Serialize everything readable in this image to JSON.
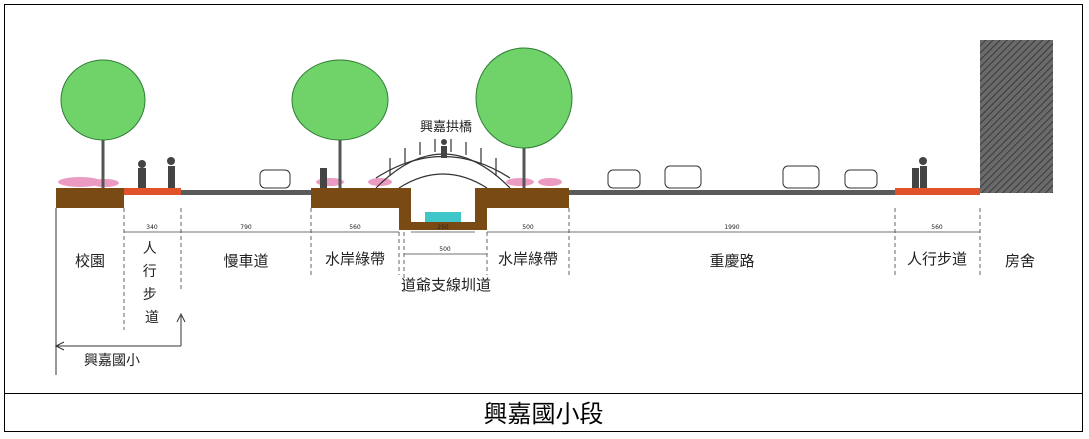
{
  "caption": "興嘉國小段",
  "labels": {
    "campus": "校園",
    "sidewalk_left": "人行步道",
    "slow_lane": "慢車道",
    "green_left": "水岸綠帶",
    "green_right": "水岸綠帶",
    "ditch": "道爺支線圳道",
    "road": "重慶路",
    "sidewalk_right": "人行步道",
    "building": "房舍",
    "bridge": "興嘉拱橋",
    "school": "興嘉國小"
  },
  "dimensions": {
    "sidewalk_left": "340",
    "slow_lane": "790",
    "green_left": "560",
    "channel": "250",
    "ditch": "500",
    "green_right": "500",
    "road": "1990",
    "sidewalk_right": "560"
  },
  "colors": {
    "soil": "#7a4a14",
    "sidewalk": "#e0522a",
    "road": "#5a5a5a",
    "water": "#3fc6c9",
    "tree": "#6fd36a",
    "flowers": "#e88ab8"
  }
}
